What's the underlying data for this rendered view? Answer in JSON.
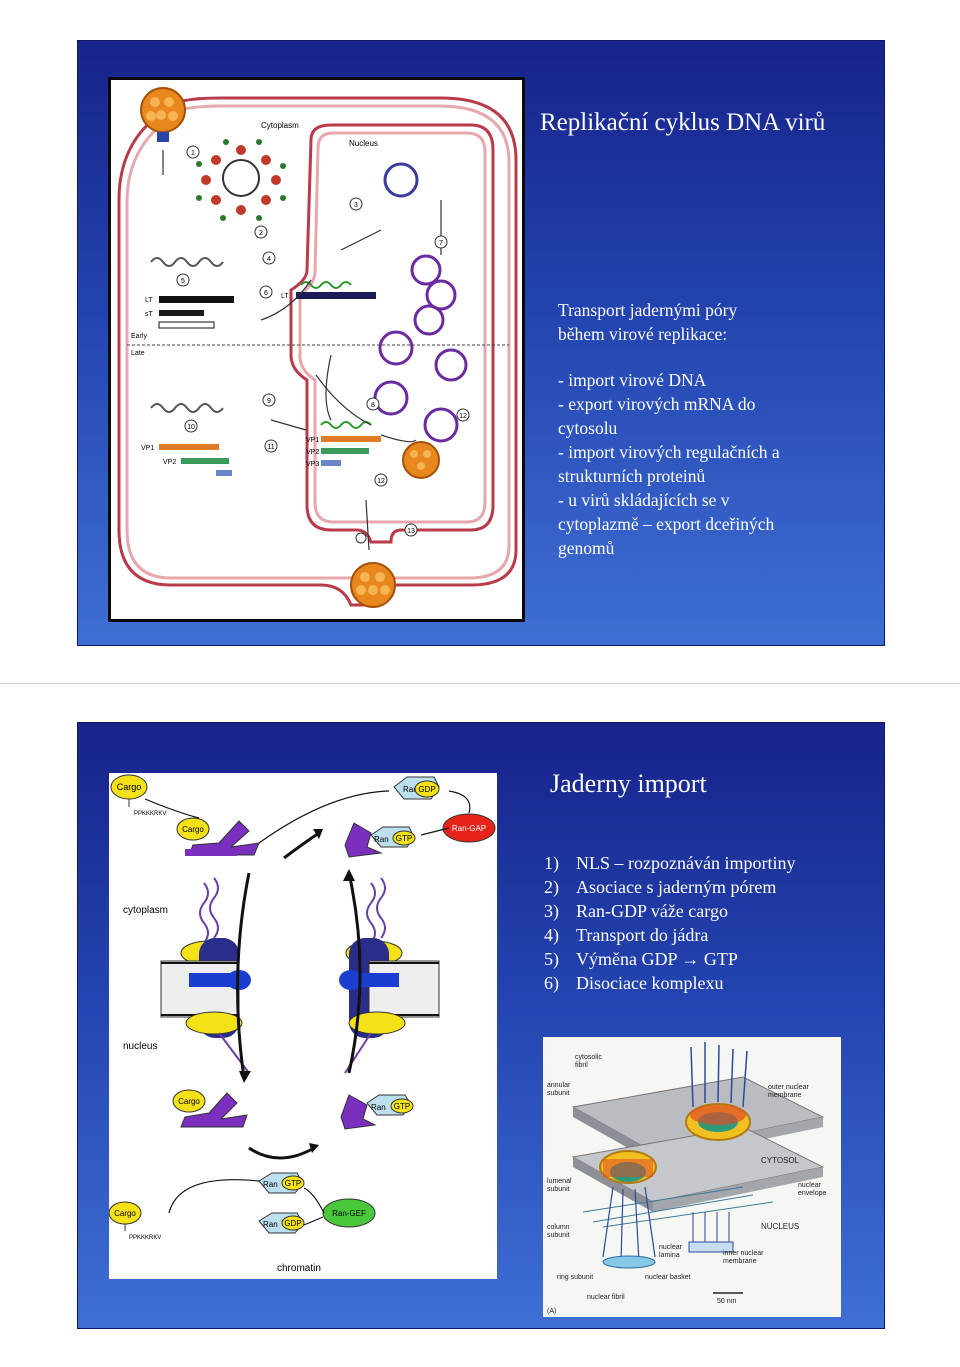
{
  "slide1": {
    "title": "Replikační cyklus DNA virů",
    "intro_lines": [
      "Transport jadernými póry",
      "během virové replikace:"
    ],
    "bullet_lines": [
      "- import virové DNA",
      "- export virových mRNA do",
      "cytosolu",
      "- import virových regulačních a",
      "strukturních proteinů",
      "- u virů skládajících se v",
      "cytoplazmě – export dceřiných",
      "genomů"
    ],
    "figure": {
      "labels": {
        "cytoplasm": "Cytoplasm",
        "nucleus": "Nucleus",
        "early": "Early",
        "late": "Late",
        "lt": "LT",
        "st": "sT",
        "vp1": "VP1",
        "vp2": "VP2",
        "vp3": "VP3"
      },
      "step_numbers": [
        "1",
        "2",
        "3",
        "4",
        "5",
        "6",
        "7",
        "8",
        "9",
        "10",
        "11",
        "12",
        "12",
        "13"
      ]
    }
  },
  "slide2": {
    "title": "Jaderny import",
    "steps": [
      {
        "num": "1)",
        "text": "NLS – rozpoznáván importiny"
      },
      {
        "num": "2)",
        "text": "Asociace s jaderným pórem"
      },
      {
        "num": "3)",
        "text": "Ran-GDP váže cargo"
      },
      {
        "num": "4)",
        "text": "Transport do jádra"
      },
      {
        "num": "5)",
        "text": "Výměna GDP → GTP"
      },
      {
        "num": "6)",
        "text": "Disociace komplexu"
      }
    ],
    "import_figure": {
      "cargo": "Cargo",
      "nls": "PPKKKRKV",
      "ran": "Ran",
      "gdp": "GDP",
      "gtp": "GTP",
      "ran_gap": "Ran-GAP",
      "ran_gef": "Ran-GEF",
      "cytoplasm": "cytoplasm",
      "nucleus": "nucleus",
      "chromatin": "chromatin"
    },
    "pore_figure": {
      "cytosolic_fibril": [
        "cytosolic",
        "fibril"
      ],
      "annular_subunit": [
        "annular",
        "subunit"
      ],
      "outer_membrane": [
        "outer nuclear",
        "membrane"
      ],
      "cytosol": "CYTOSOL",
      "lumenal_subunit": [
        "lumenal",
        "subunit"
      ],
      "nuclear_envelope": [
        "nuclear",
        "envelope"
      ],
      "column_subunit": [
        "column",
        "subunit"
      ],
      "nucleus": "NUCLEUS",
      "nuclear_lamina": [
        "nuclear",
        "lamina"
      ],
      "inner_membrane": [
        "inner nuclear",
        "membrane"
      ],
      "ring_subunit": "ring subunit",
      "nuclear_basket": "nuclear basket",
      "nuclear_fibril": "nuclear fibril",
      "scale": "50 nm",
      "panel": "(A)"
    }
  }
}
